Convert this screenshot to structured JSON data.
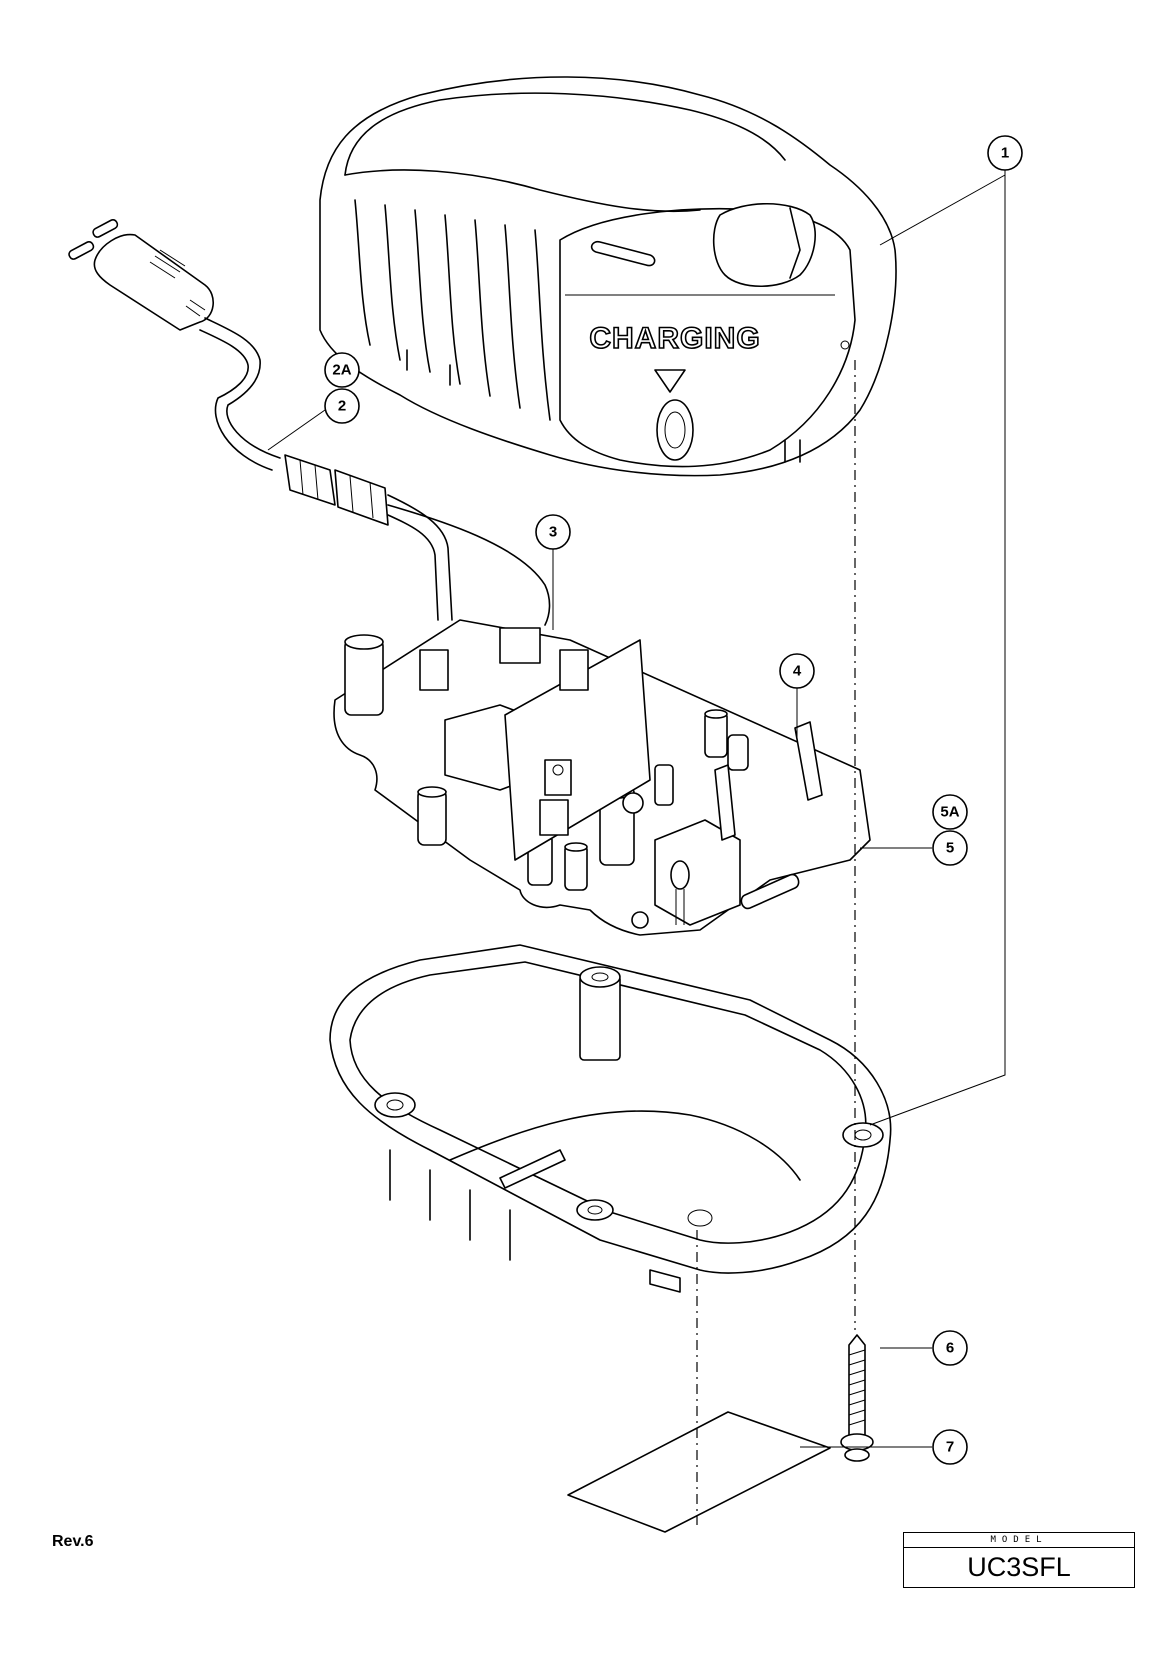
{
  "diagram": {
    "emblem_text": "CHARGING",
    "callouts": [
      {
        "id": "c1",
        "label": "1"
      },
      {
        "id": "c2a",
        "label": "2A"
      },
      {
        "id": "c2",
        "label": "2"
      },
      {
        "id": "c3",
        "label": "3"
      },
      {
        "id": "c4",
        "label": "4"
      },
      {
        "id": "c5a",
        "label": "5A"
      },
      {
        "id": "c5",
        "label": "5"
      },
      {
        "id": "c6",
        "label": "6"
      },
      {
        "id": "c7",
        "label": "7"
      }
    ]
  },
  "footer": {
    "revision": "Rev.6",
    "model_label": "MODEL",
    "model_value": "UC3SFL"
  }
}
